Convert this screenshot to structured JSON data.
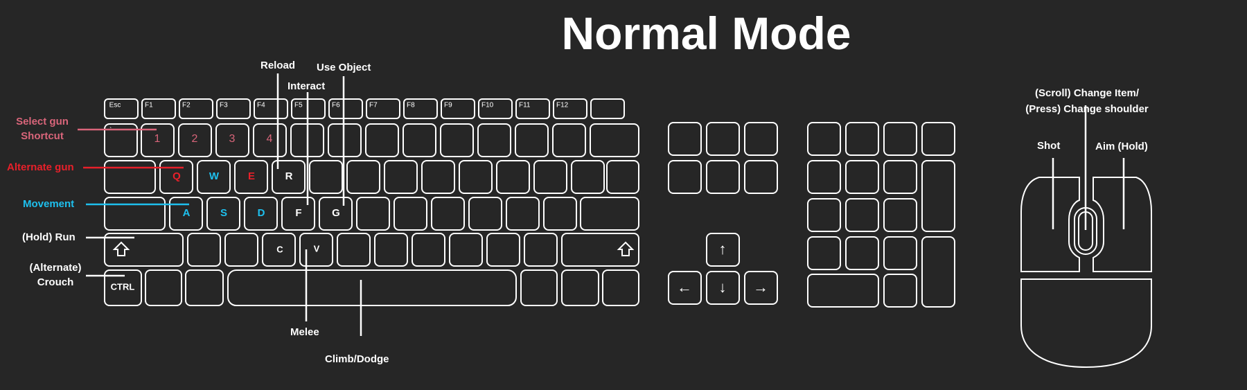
{
  "title": "Normal Mode",
  "colors": {
    "background": "#262626",
    "outline": "#ffffff",
    "select_gun": "#d9657a",
    "alternate_gun": "#e8202a",
    "movement": "#1ec0ee",
    "text": "#ffffff"
  },
  "labels": {
    "select_gun": [
      "Select gun",
      "Shortcut"
    ],
    "alternate_gun": "Alternate gun",
    "movement": "Movement",
    "run": "(Hold) Run",
    "crouch": [
      "(Alternate)",
      "Crouch"
    ],
    "reload": "Reload",
    "interact": "Interact",
    "use_object": "Use Object",
    "melee": "Melee",
    "climb_dodge": "Climb/Dodge",
    "mouse_wheel": [
      "(Scroll) Change Item/",
      "(Press) Change shoulder"
    ],
    "shot": "Shot",
    "aim": "Aim (Hold)"
  },
  "keys": {
    "esc": "Esc",
    "function_keys": [
      "F1",
      "F2",
      "F3",
      "F4",
      "F5",
      "F6",
      "F7",
      "F8",
      "F9",
      "F10",
      "F11",
      "F12"
    ],
    "number_row": [
      "1",
      "2",
      "3",
      "4"
    ],
    "q": "Q",
    "w": "W",
    "e": "E",
    "r": "R",
    "a": "A",
    "s": "S",
    "d": "D",
    "f": "F",
    "g": "G",
    "c": "C",
    "v": "V",
    "ctrl": "CTRL",
    "arrows": [
      "↑",
      "←",
      "↓",
      "→"
    ]
  },
  "icons": {
    "shift": "shift-arrow-icon"
  }
}
